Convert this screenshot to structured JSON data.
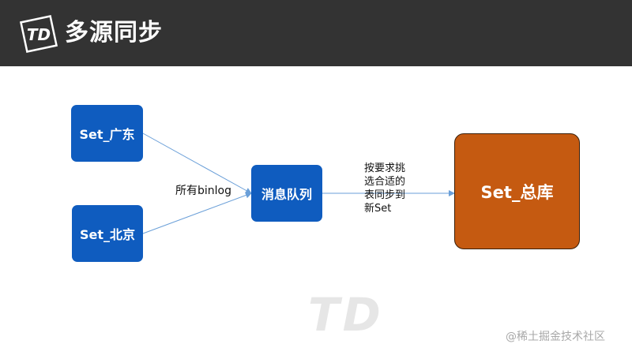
{
  "header": {
    "logo_text": "TD",
    "title": "多源同步"
  },
  "diagram": {
    "nodes": {
      "gd": "Set_广东",
      "bj": "Set_北京",
      "mq": "消息队列",
      "main": "Set_总库"
    },
    "edges": {
      "binlog_label": "所有binlog",
      "select_label_lines": [
        "按要求挑",
        "选合适的",
        "表同步到",
        "新Set"
      ]
    }
  },
  "watermark": {
    "logo_text": "TD",
    "text": "@稀土掘金技术社区"
  },
  "colors": {
    "header_bg": "#333333",
    "node_blue": "#0f5cbf",
    "node_main": "#c55a11",
    "arrow": "#6a9fd8"
  }
}
